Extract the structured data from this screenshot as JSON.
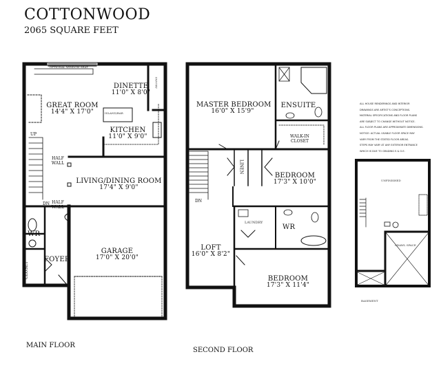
{
  "title": "COTTONWOOD",
  "subtitle": "2065 SQUARE FEET",
  "floors": {
    "main": {
      "label": "MAIN FLOOR",
      "rooms": [
        {
          "name": "GREAT ROOM",
          "dim": "14'4\" X 17'0\""
        },
        {
          "name": "DINETTE",
          "dim": "11'0\" X 8'0\""
        },
        {
          "name": "KITCHEN",
          "dim": "11'0\" X 9'0\""
        },
        {
          "name": "LIVING/DINING ROOM",
          "dim": "17'4\" X 9'0\""
        },
        {
          "name": "GARAGE",
          "dim": "17'0\" X 20'0\""
        },
        {
          "name": "FOYER",
          "dim": ""
        },
        {
          "name": "WR",
          "dim": ""
        },
        {
          "name": "CLOSET",
          "dim": ""
        }
      ],
      "annotations": {
        "window_seat": "OPTIONAL WINDOW SEAT",
        "island": "ISLAND/BAR",
        "pantry": "PANTRY",
        "half_wall_1": "HALF WALL",
        "half_wall_2": "HALF WALL",
        "up": "UP",
        "dn": "DN"
      }
    },
    "second": {
      "label": "SECOND FLOOR",
      "rooms": [
        {
          "name": "MASTER BEDROOM",
          "dim": "16'0\" X 15'9\""
        },
        {
          "name": "ENSUITE",
          "dim": ""
        },
        {
          "name": "WALK-IN CLOSET",
          "dim": ""
        },
        {
          "name": "BEDROOM",
          "dim": "17'3\" X 10'0\""
        },
        {
          "name": "LINEN",
          "dim": ""
        },
        {
          "name": "LAUNDRY",
          "dim": ""
        },
        {
          "name": "WR",
          "dim": ""
        },
        {
          "name": "LOFT",
          "dim": "16'0\" X 8'2\""
        },
        {
          "name": "BEDROOM",
          "dim": "17'3\" X 11'4\""
        }
      ],
      "annotations": {
        "dn": "DN"
      }
    },
    "basement": {
      "label": "BASEMENT",
      "rooms": [
        {
          "name": "UNFINISHED"
        },
        {
          "name": "CRAWL SPACE"
        }
      ]
    }
  },
  "notes": [
    "ALL HOUSE RENDERINGS AND INTERIOR",
    "DRAWINGS ARE ARTIST'S CONCEPTIONS.",
    "MATERIAL SPECIFICATIONS AND FLOOR PLANS",
    "ARE SUBJECT TO CHANGE WITHOUT NOTICE.",
    "ALL FLOOR PLANS ARE APPROXIMATE DIMENSIONS.",
    "NOTICE: ACTUAL USABLE FLOOR SPACE MAY",
    "VARY FROM THE STATED FLOOR AREAS.",
    "STEPS MAY VARY AT ANY EXTERIOR ENTRANCE",
    "WHICH IS DUE TO GRADING E.& O.E."
  ]
}
